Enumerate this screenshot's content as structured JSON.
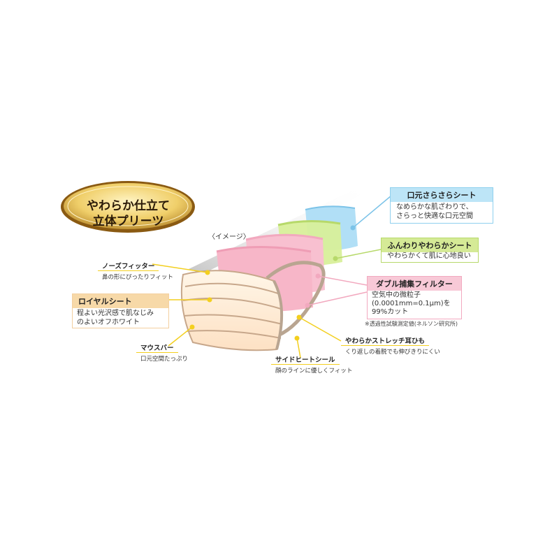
{
  "badge": {
    "line1": "やわらか仕立て",
    "line2": "立体プリーツ"
  },
  "image_note": "〈イメージ〉",
  "callouts": {
    "mouth_sheet": {
      "title": "口元さらさらシート",
      "lines": [
        "なめらかな肌ざわりで、",
        "さらっと快適な口元空間"
      ],
      "color": "#8fd0ee"
    },
    "soft_sheet": {
      "title": "ふんわりやわらかシート",
      "lines": [
        "やわらかくて肌に心地良い"
      ],
      "color": "#b7d96a"
    },
    "double_filter": {
      "title": "ダブル捕集フィルター",
      "lines": [
        "空気中の微粒子",
        "(0.0001mm=0.1μm)を",
        "99%カット"
      ],
      "note": "※透過性試験測定値(ネルソン研究所)",
      "color": "#f2a9bf"
    },
    "nose_fitter": {
      "title": "ノーズフィッター",
      "desc": "鼻の形にぴったりフィット"
    },
    "royal_sheet": {
      "title": "ロイヤルシート",
      "lines": [
        "程よい光沢感で肌なじみ",
        "のよいオフホワイト"
      ],
      "color": "#f7d9a8"
    },
    "mouth_space": {
      "title": "マウスバー",
      "desc": "口元空間たっぷり"
    },
    "side_seal": {
      "title": "サイドヒートシール",
      "desc": "顔のラインに優しくフィット"
    },
    "ear_string": {
      "title": "やわらかストレッチ耳ひも",
      "desc": "くり返しの着脱でも伸びきりにくい"
    }
  },
  "colors": {
    "leader": "#f3cf1f",
    "gold": "#c99a2e"
  }
}
